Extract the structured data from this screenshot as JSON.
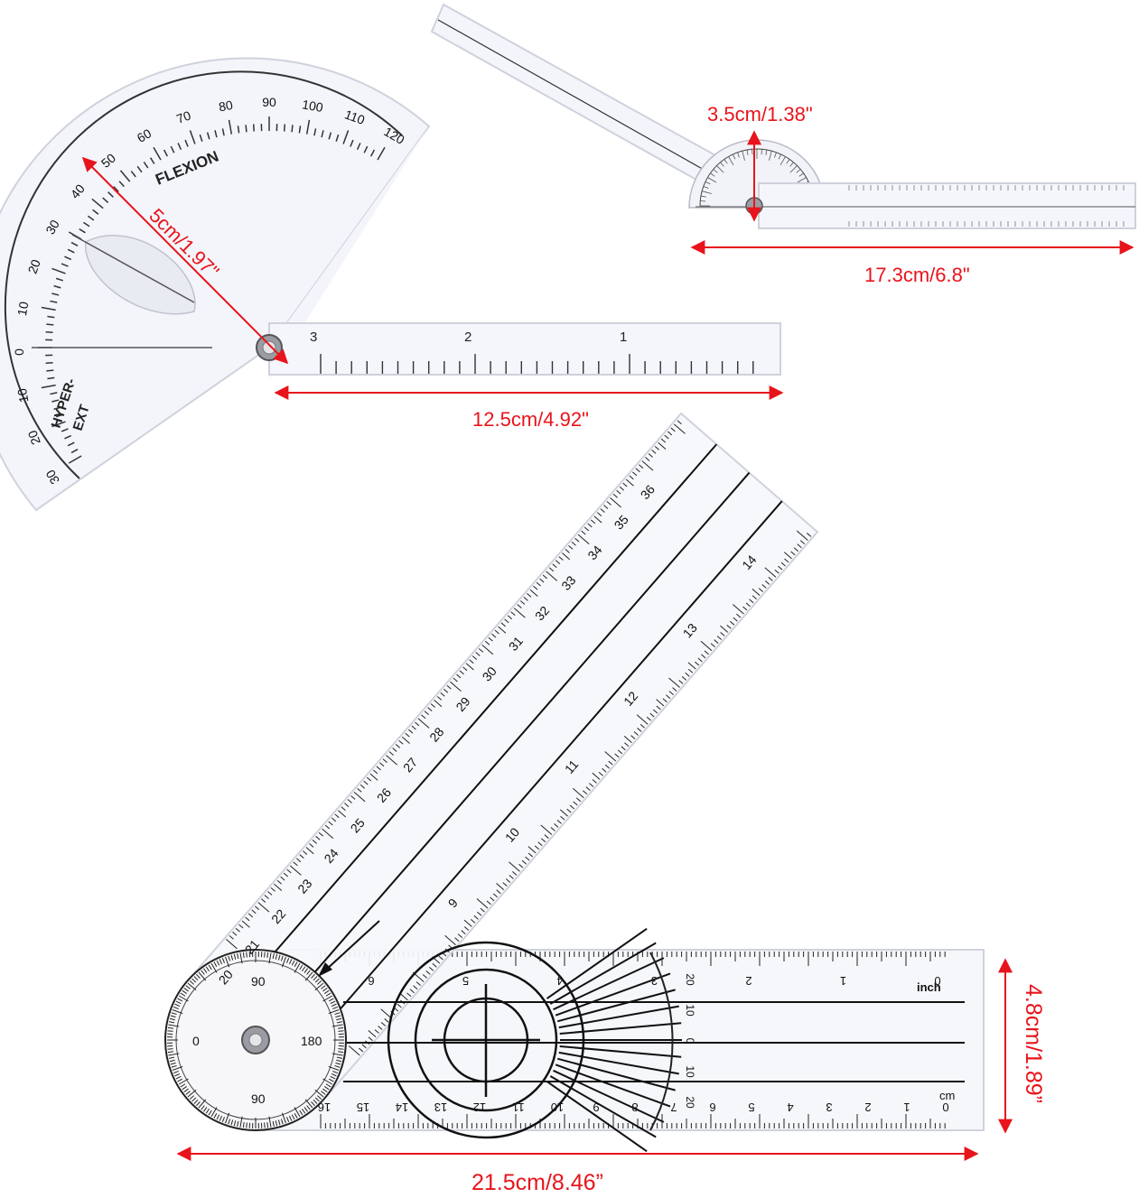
{
  "colors": {
    "dimension": "#e8141b",
    "ink": "#222222",
    "plastic": "#f6f7fb",
    "plastic_edge": "#c9ccd6"
  },
  "goniometer_small": {
    "angle_labels": [
      "30",
      "20",
      "10",
      "0",
      "10",
      "20",
      "30",
      "40",
      "50",
      "60",
      "70",
      "80",
      "90",
      "100",
      "110",
      "120"
    ],
    "text_flexion": "FLEXION",
    "text_hyper": "HYPER-",
    "text_ext": "EXT",
    "arm_labels": [
      "3",
      "2",
      "1"
    ],
    "dim_width": "12.5cm/4.92\"",
    "dim_radius": "5cm/1.97\""
  },
  "goniometer_finger": {
    "dim_height": "3.5cm/1.38\"",
    "dim_length": "17.3cm/6.8\""
  },
  "goniometer_spinal": {
    "upper_arm_labels": [
      "20",
      "21",
      "22",
      "23",
      "24",
      "25",
      "26",
      "27",
      "28",
      "29",
      "30",
      "31",
      "32",
      "33",
      "34",
      "35",
      "36"
    ],
    "right_arm_labels": [
      "9",
      "10",
      "11",
      "12",
      "13",
      "14"
    ],
    "inch_labels": [
      "0",
      "1",
      "2",
      "3",
      "4",
      "5",
      "6"
    ],
    "inch_unit": "inch",
    "cm_labels": [
      "0",
      "1",
      "2",
      "3",
      "4",
      "5",
      "6",
      "7",
      "8",
      "9",
      "10",
      "11",
      "12",
      "13",
      "14",
      "15",
      "16"
    ],
    "cm_unit": "cm",
    "side_scale_labels": [
      "20",
      "10",
      "0",
      "10",
      "20"
    ],
    "dial_labels": [
      "0",
      "90",
      "180",
      "90"
    ],
    "dim_width": "21.5cm/8.46”",
    "dim_height": "4.8cm/1.89”"
  }
}
